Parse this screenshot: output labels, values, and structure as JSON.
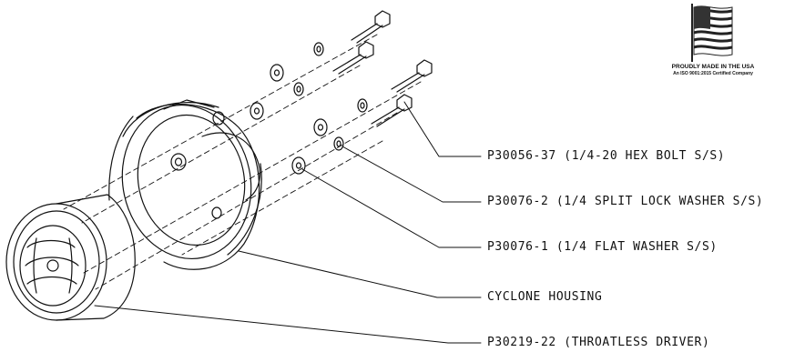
{
  "badge": {
    "line1": "PROUDLY MADE IN THE USA",
    "line2": "An ISO 9001:2015 Certified Company"
  },
  "callouts": [
    {
      "id": "hex-bolt",
      "text": "P30056-37 (1/4-20 HEX BOLT S/S)"
    },
    {
      "id": "split-lock-washer",
      "text": "P30076-2 (1/4 SPLIT LOCK WASHER S/S)"
    },
    {
      "id": "flat-washer",
      "text": "P30076-1 (1/4 FLAT WASHER S/S)"
    },
    {
      "id": "cyclone-housing",
      "text": "CYCLONE HOUSING"
    },
    {
      "id": "throatless-driver",
      "text": "P30219-22 (THROATLESS DRIVER)"
    }
  ]
}
